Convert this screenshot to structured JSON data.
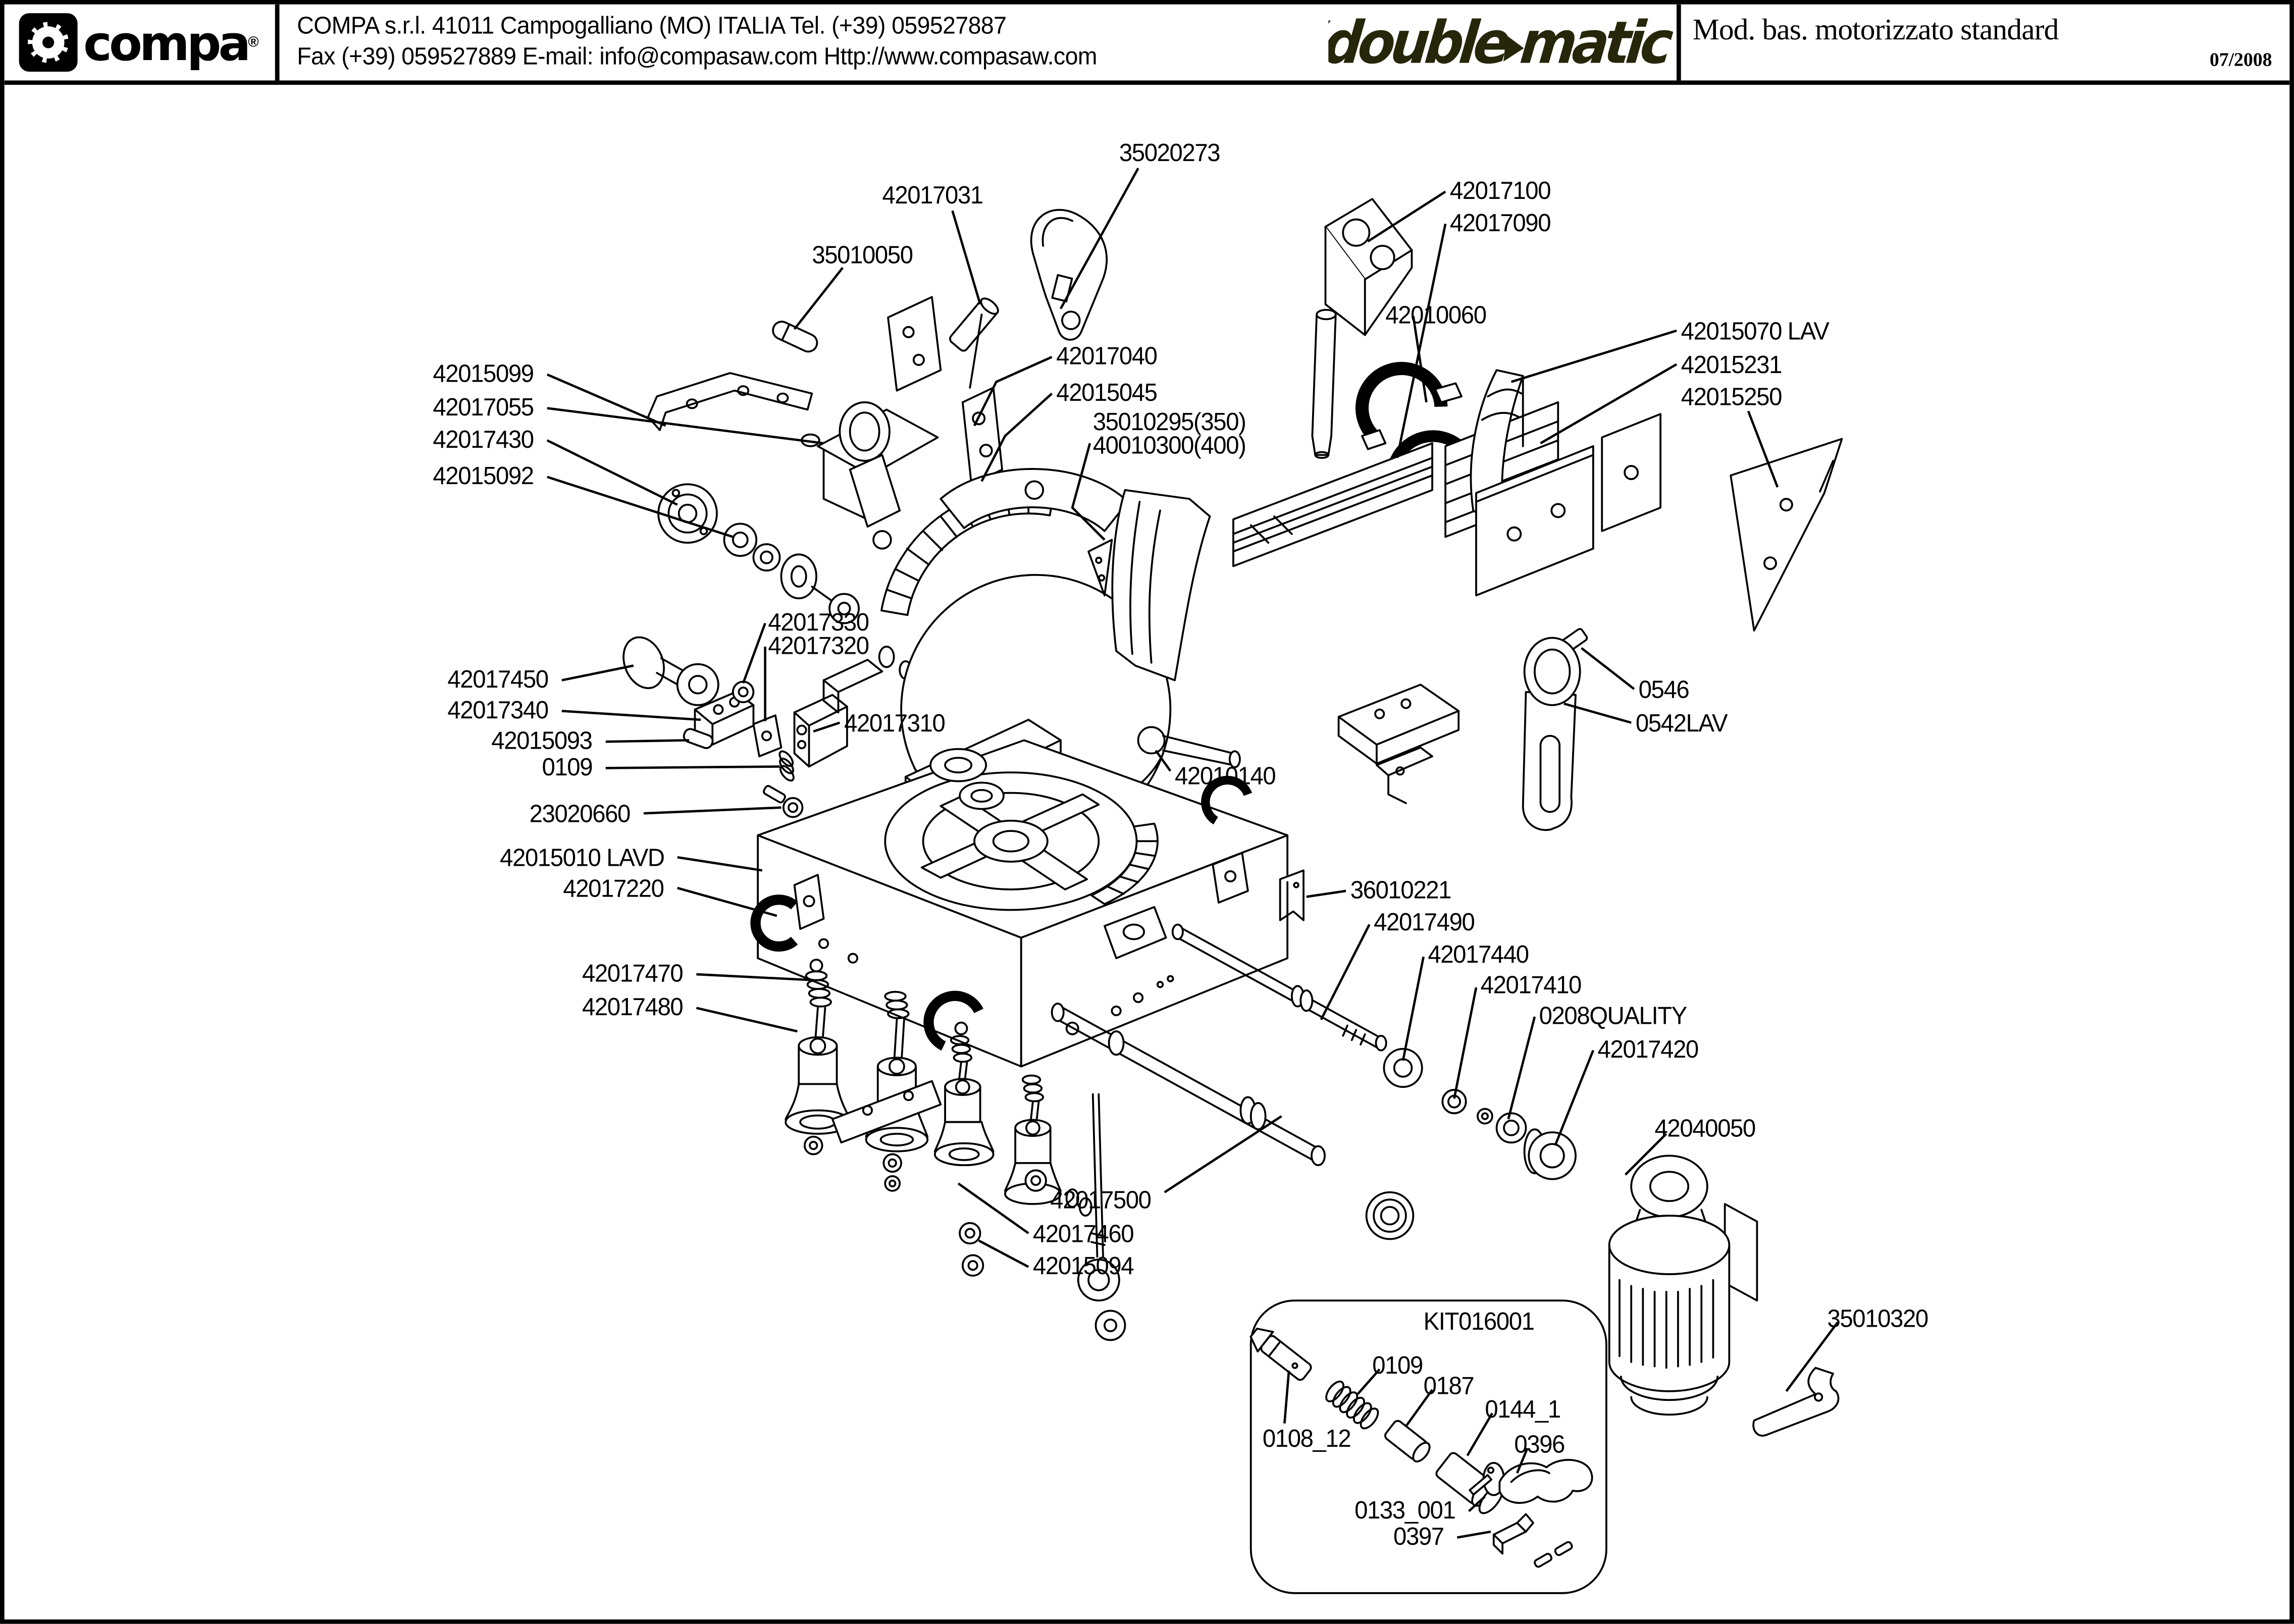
{
  "header": {
    "logo_text": "compa",
    "logo_registered": "®",
    "company_line1": "COMPA s.r.l. 41011 Campogalliano (MO) ITALIA Tel. (+39) 059527887",
    "company_line2": "Fax (+39) 059527889 E-mail: info@compasaw.com Http://www.compasaw.com",
    "product_name_part1": "double",
    "product_name_part2": "matic",
    "model_title": "Mod. bas. motorizzato standard",
    "revision_date": "07/2008"
  },
  "colors": {
    "line": "#000000",
    "product_logo": "#26260a",
    "background": "#ffffff"
  },
  "diagram": {
    "description": "Exploded spare-parts drawing of double-matic motorized standard base saw",
    "part_labels": [
      {
        "text": "35020273"
      },
      {
        "text": "42017031"
      },
      {
        "text": "35010050"
      },
      {
        "text": "42017100"
      },
      {
        "text": "42017090"
      },
      {
        "text": "42010060"
      },
      {
        "text": "42015070 LAV"
      },
      {
        "text": "42015231"
      },
      {
        "text": "42015250"
      },
      {
        "text": "42015099"
      },
      {
        "text": "42017055"
      },
      {
        "text": "42017430"
      },
      {
        "text": "42015092"
      },
      {
        "text": "42017040"
      },
      {
        "text": "42015045"
      },
      {
        "text": "35010295(350)"
      },
      {
        "text": "40010300(400)"
      },
      {
        "text": "42017330"
      },
      {
        "text": "42017320"
      },
      {
        "text": "42017450"
      },
      {
        "text": "42017340"
      },
      {
        "text": "42015093"
      },
      {
        "text": "0109"
      },
      {
        "text": "42017310"
      },
      {
        "text": "23020660"
      },
      {
        "text": "42015010 LAVD"
      },
      {
        "text": "42017220"
      },
      {
        "text": "0546"
      },
      {
        "text": "0542LAV"
      },
      {
        "text": "42010140"
      },
      {
        "text": "36010221"
      },
      {
        "text": "42017490"
      },
      {
        "text": "42017440"
      },
      {
        "text": "42017410"
      },
      {
        "text": "0208QUALITY"
      },
      {
        "text": "42017420"
      },
      {
        "text": "42017470"
      },
      {
        "text": "42017480"
      },
      {
        "text": "42040050"
      },
      {
        "text": "42017500"
      },
      {
        "text": "42017460"
      },
      {
        "text": "42015094"
      },
      {
        "text": "KIT016001"
      },
      {
        "text": "0109"
      },
      {
        "text": "0187"
      },
      {
        "text": "0108_12"
      },
      {
        "text": "0144_1"
      },
      {
        "text": "0396"
      },
      {
        "text": "0133_001"
      },
      {
        "text": "0397"
      },
      {
        "text": "35010320"
      }
    ]
  }
}
